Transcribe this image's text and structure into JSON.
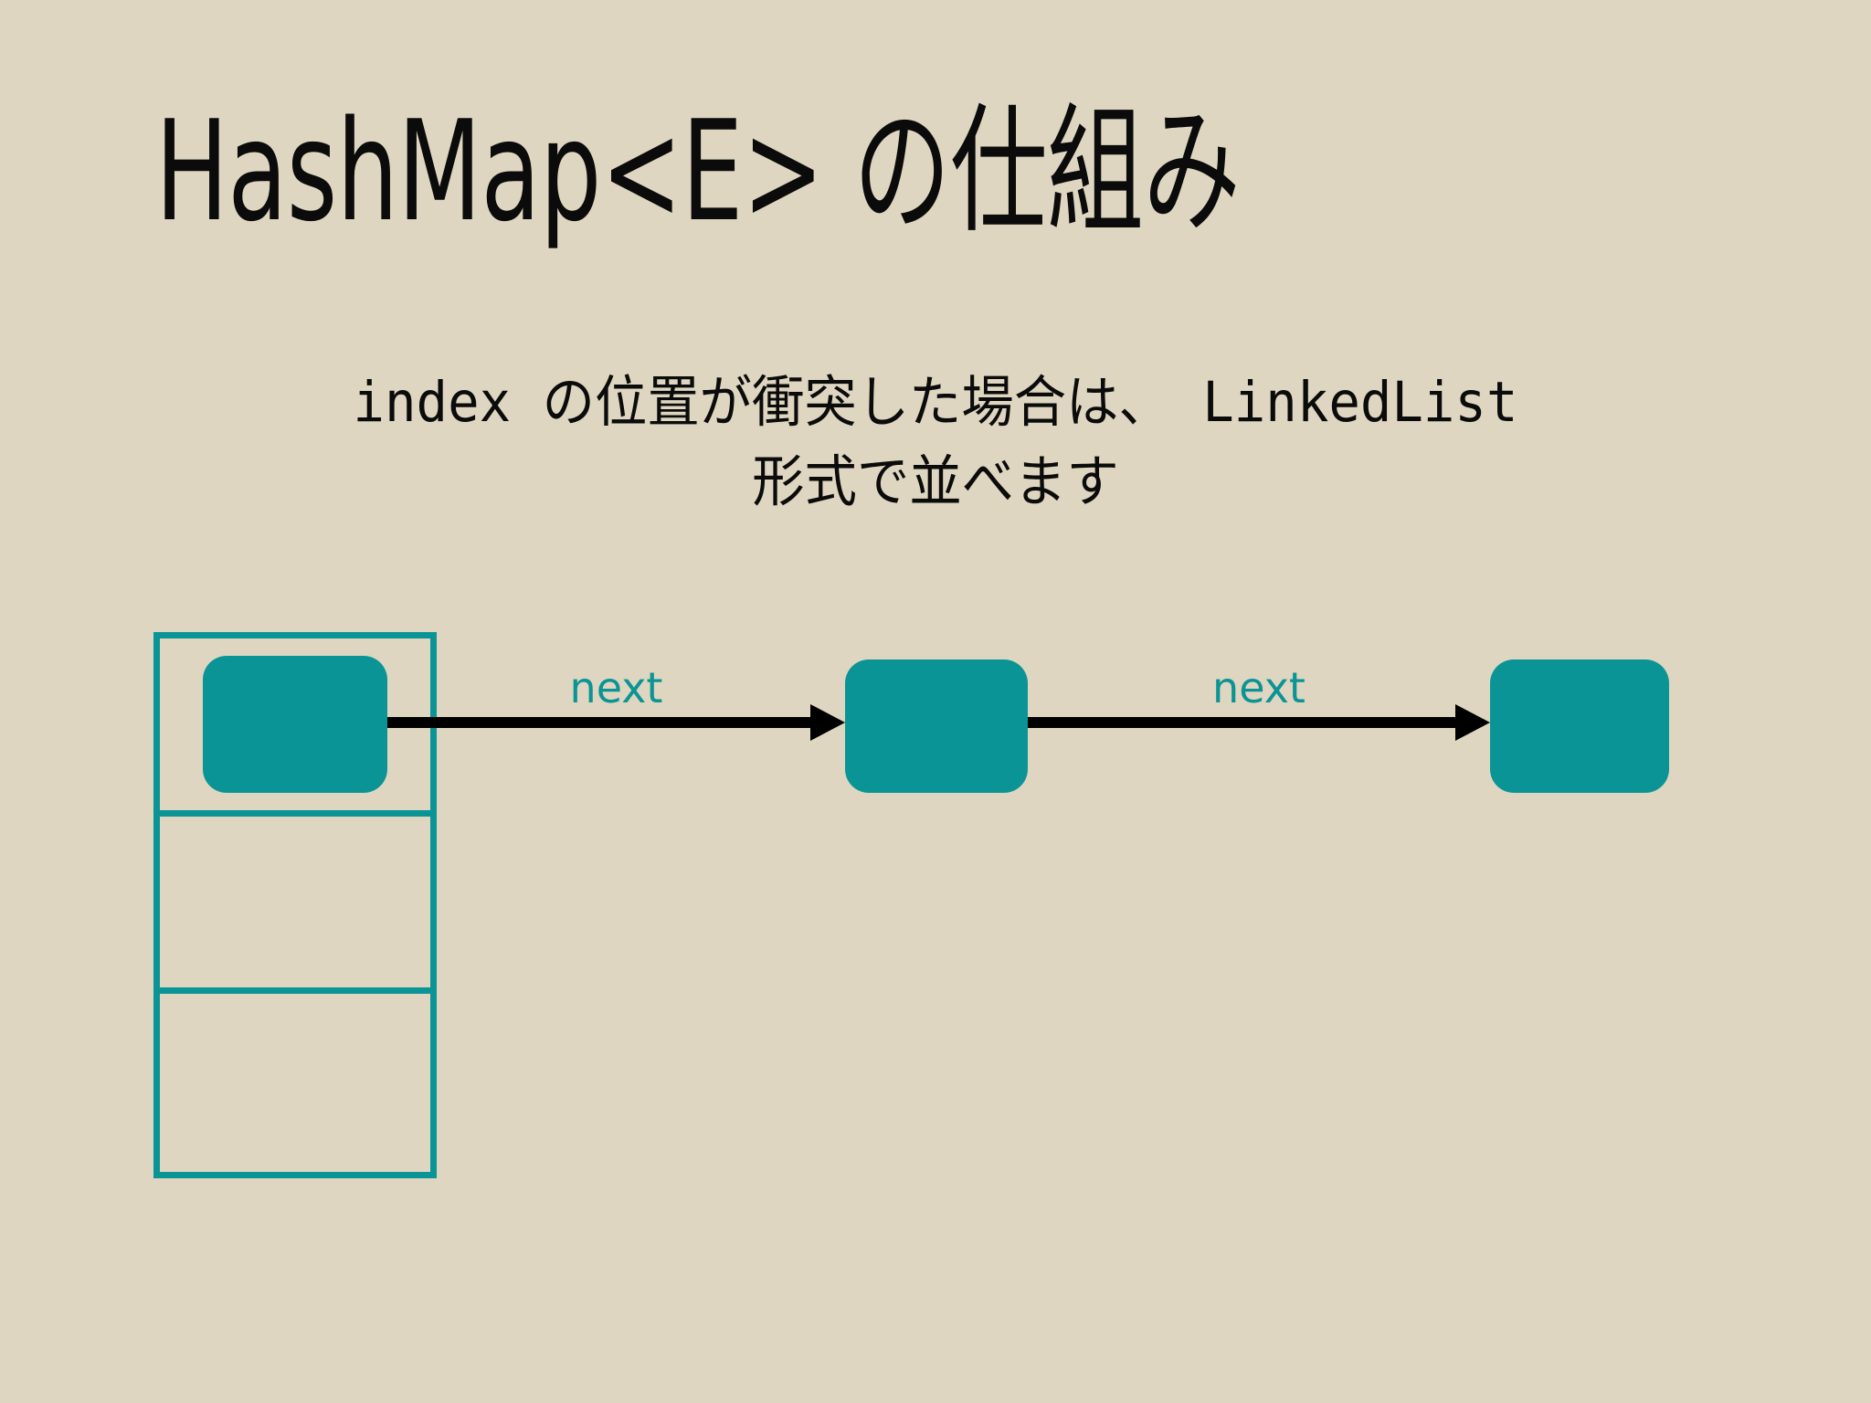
{
  "slide": {
    "background_color": "#ded6c0",
    "title": "HashMap<E> の仕組み",
    "subtitle_lines": [
      "index の位置が衝突した場合は、 LinkedList",
      "形式で並べます"
    ]
  },
  "theme": {
    "accent_teal": "#0b9496",
    "text_black": "#0b0b0b",
    "arrow_black": "#000000"
  },
  "diagram": {
    "bucket_table": {
      "cells": [
        {
          "index": 0,
          "occupied": true
        },
        {
          "index": 1,
          "occupied": false
        },
        {
          "index": 2,
          "occupied": false
        }
      ]
    },
    "nodes": [
      {
        "id": "node-0",
        "label": ""
      },
      {
        "id": "node-1",
        "label": ""
      },
      {
        "id": "node-2",
        "label": ""
      }
    ],
    "arrows": [
      {
        "id": "arrow-1",
        "label": "next"
      },
      {
        "id": "arrow-2",
        "label": "next"
      }
    ]
  }
}
